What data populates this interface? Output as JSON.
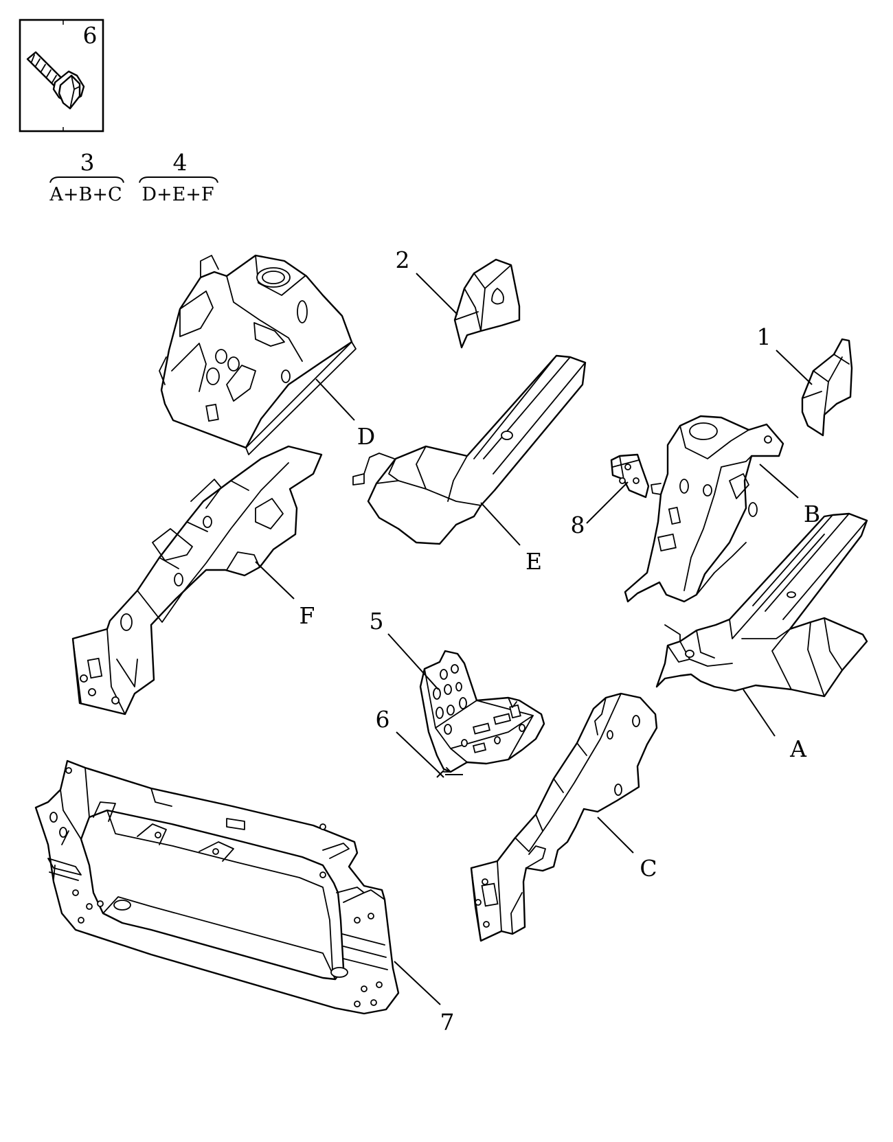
{
  "inset": {
    "label": "6"
  },
  "groups": [
    {
      "number": "3",
      "members": "A+B+C"
    },
    {
      "number": "4",
      "members": "D+E+F"
    }
  ],
  "callouts": {
    "p1": "1",
    "p2": "2",
    "p5": "5",
    "p6": "6",
    "p7": "7",
    "p8": "8",
    "pA": "A",
    "pB": "B",
    "pC": "C",
    "pD": "D",
    "pE": "E",
    "pF": "F"
  }
}
